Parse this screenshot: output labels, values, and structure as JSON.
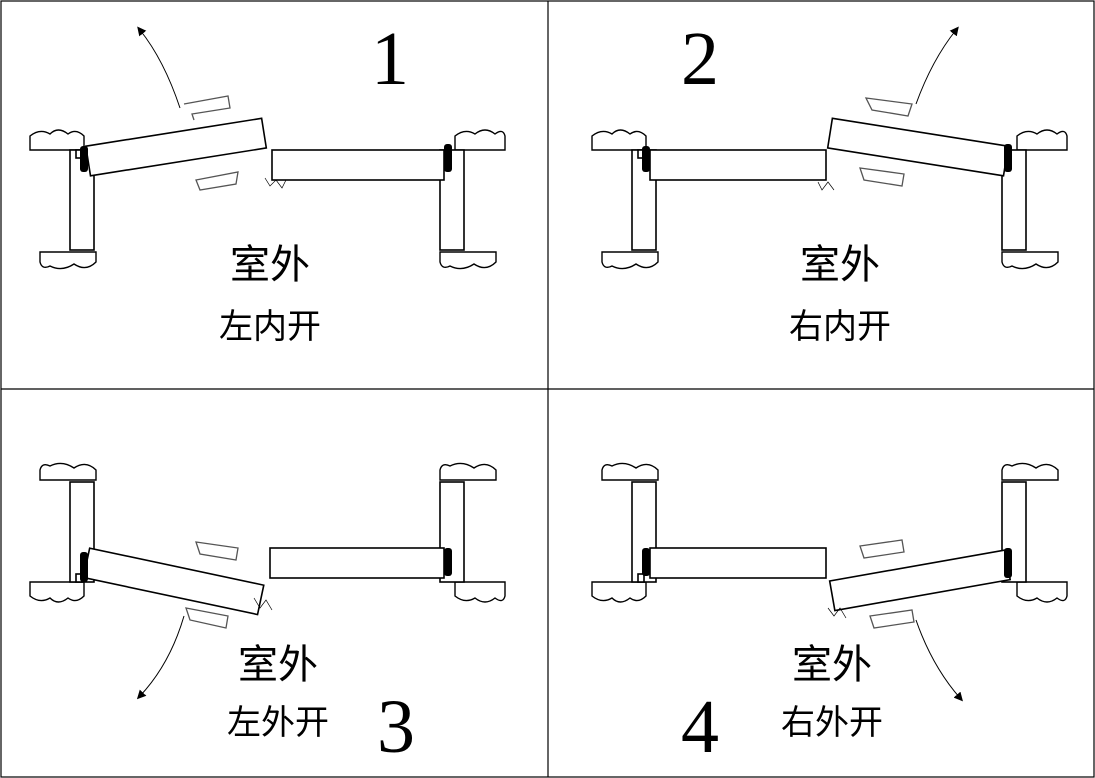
{
  "panels": [
    {
      "number": "1",
      "side": "室外",
      "opening": "左内开"
    },
    {
      "number": "2",
      "side": "室外",
      "opening": "右内开"
    },
    {
      "number": "3",
      "side": "室外",
      "opening": "左外开"
    },
    {
      "number": "4",
      "side": "室外",
      "opening": "右外开"
    }
  ],
  "colors": {
    "line": "#000000",
    "background": "#ffffff",
    "handle": "#555555"
  }
}
